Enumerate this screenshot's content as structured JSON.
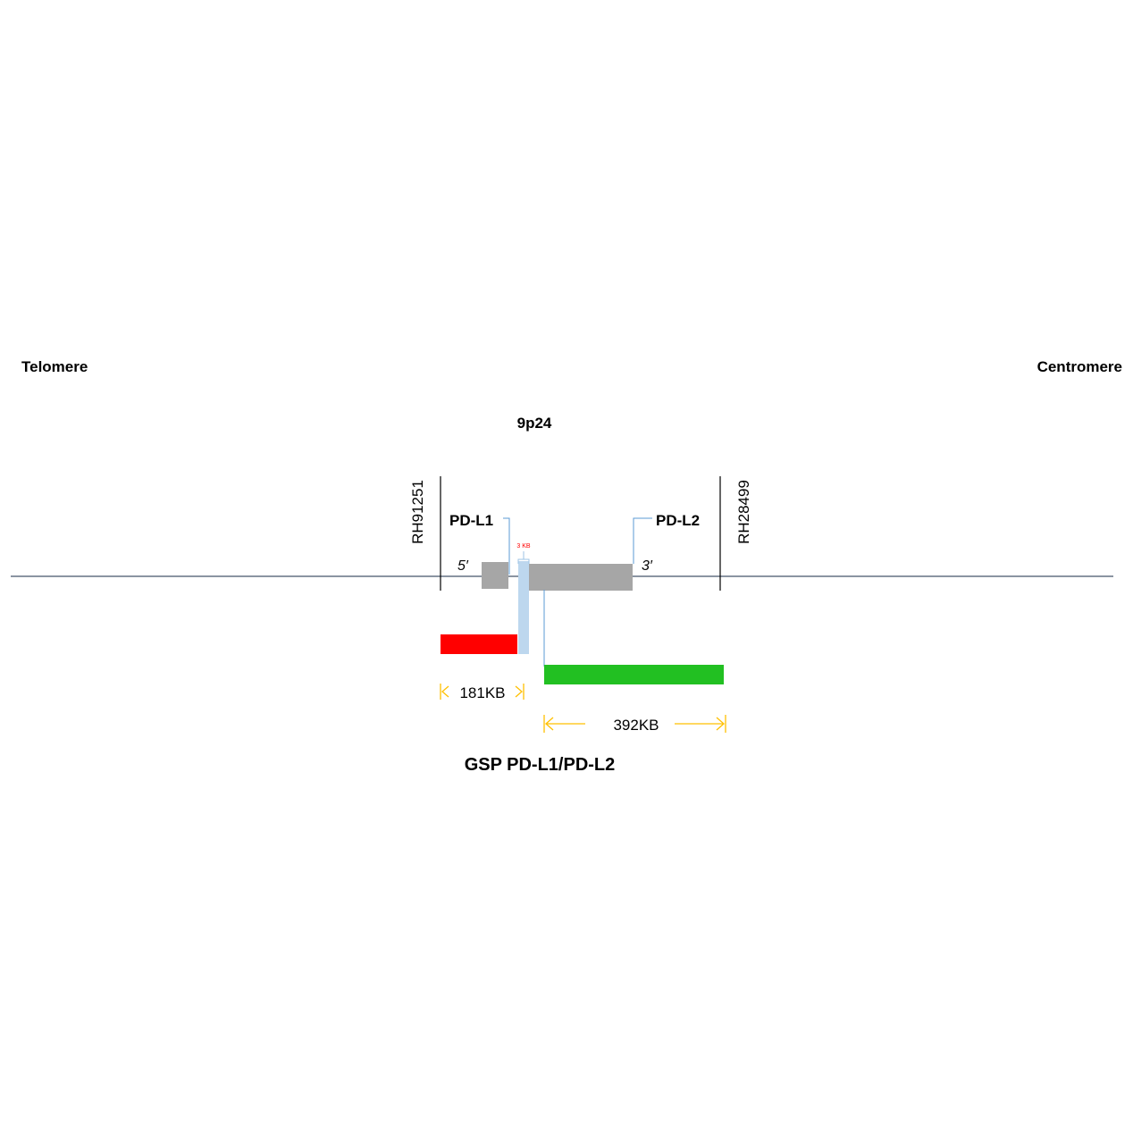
{
  "labels": {
    "telomere": "Telomere",
    "centromere": "Centromere",
    "band": "9p24",
    "marker_left": "RH91251",
    "marker_right": "RH28499",
    "gene1": "PD-L1",
    "gene2": "PD-L2",
    "five_prime": "5′",
    "three_prime": "3′",
    "gap": "3 KB",
    "probe_red_size": "181KB",
    "probe_green_size": "392KB",
    "title": "GSP PD-L1/PD-L2"
  },
  "colors": {
    "chromosome_line": "#44546a",
    "gene": "#a6a6a6",
    "gap_bar": "#bdd7ee",
    "red_probe": "#ff0000",
    "green_probe": "#22c022",
    "dimension": "#ffc000",
    "gap_label": "#ff0000"
  }
}
